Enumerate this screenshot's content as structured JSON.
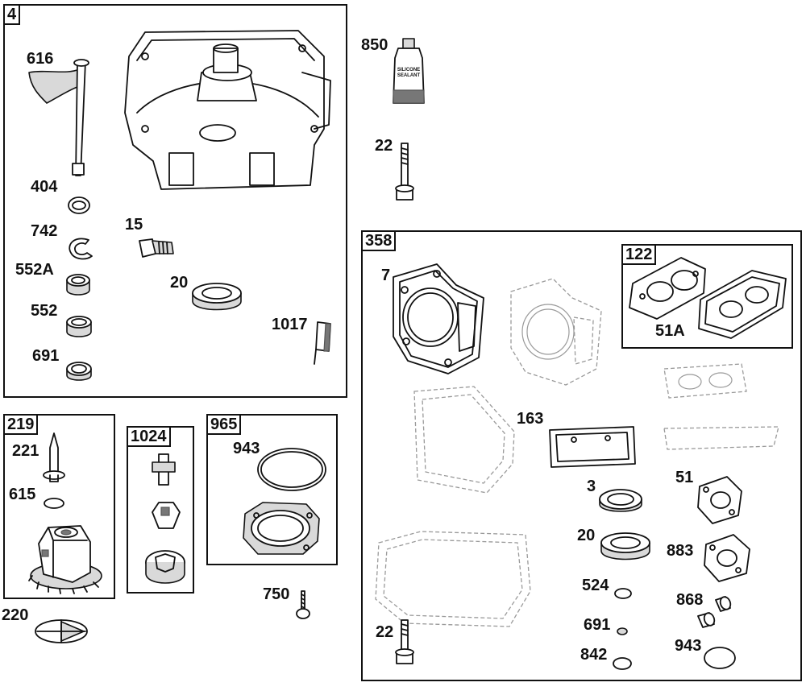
{
  "groups": {
    "g4": {
      "tag": "4"
    },
    "g219": {
      "tag": "219"
    },
    "g1024": {
      "tag": "1024"
    },
    "g965": {
      "tag": "965"
    },
    "g358": {
      "tag": "358"
    },
    "g122": {
      "tag": "122"
    }
  },
  "parts": {
    "p616": "616",
    "p404": "404",
    "p742": "742",
    "p552A": "552A",
    "p552": "552",
    "p691a": "691",
    "p15": "15",
    "p20a": "20",
    "p1017": "1017",
    "p850": "850",
    "p22a": "22",
    "p221": "221",
    "p615": "615",
    "p220": "220",
    "p943a": "943",
    "p750": "750",
    "p7": "7",
    "p51A": "51A",
    "p163": "163",
    "p3": "3",
    "p51": "51",
    "p20b": "20",
    "p883": "883",
    "p524": "524",
    "p868": "868",
    "p691b": "691",
    "p943b": "943",
    "p22b": "22",
    "p842": "842"
  },
  "sealant": {
    "line1": "SILICONE",
    "line2": "SEALANT"
  }
}
